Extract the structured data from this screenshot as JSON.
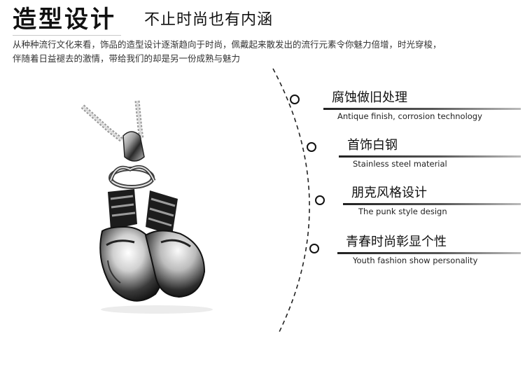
{
  "header": {
    "title": "造型设计",
    "subtitle": "不止时尚也有内涵",
    "intro_lines": [
      "从种种流行文化来看，饰品的造型设计逐渐趋向于时尚，佩戴起来散发出的流行元素令你魅力倍增，时光穿梭，",
      "伴随着日益褪去的激情，带给我们的却是另一份成熟与魅力"
    ]
  },
  "features": [
    {
      "cn": "腐蚀做旧处理",
      "en": "Antique finish, corrosion technology"
    },
    {
      "cn": "首饰白钢",
      "en": "Stainless steel material"
    },
    {
      "cn": "朋克风格设计",
      "en": "The punk style design"
    },
    {
      "cn": "青春时尚彰显个性",
      "en": "Youth fashion show personality"
    }
  ],
  "colors": {
    "text": "#111111",
    "metal_dark": "#1c1c1c",
    "metal_light": "#e6e6e6"
  }
}
